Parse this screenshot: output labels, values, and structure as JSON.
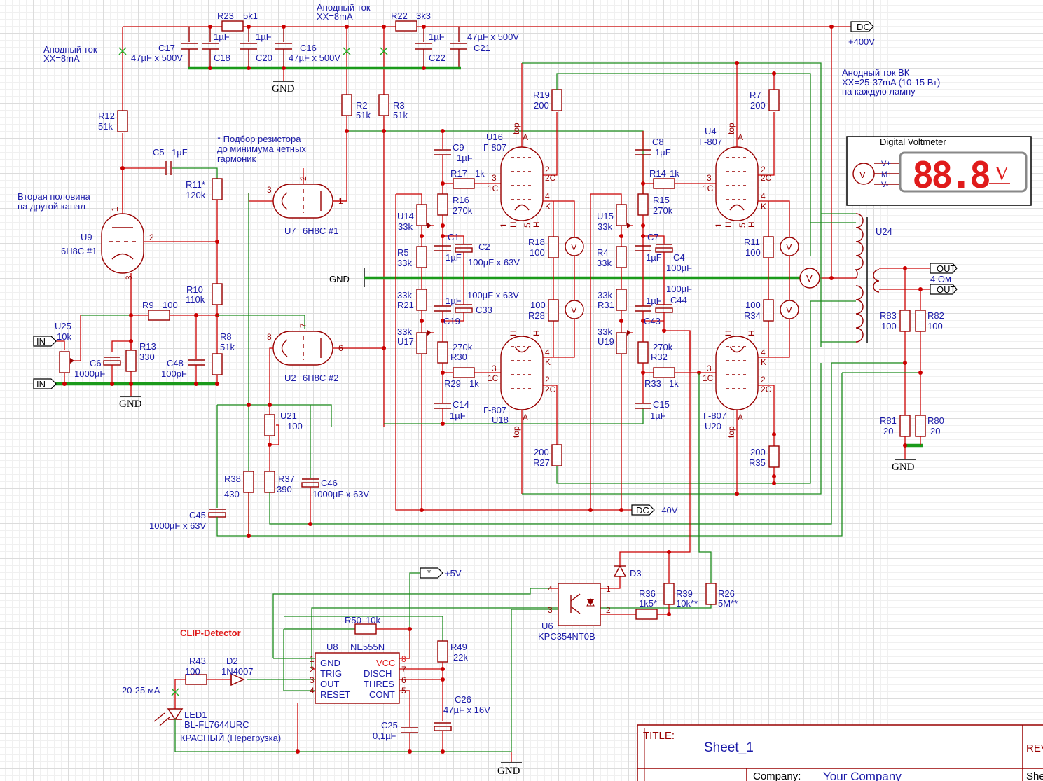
{
  "title_block": {
    "title_label": "TITLE:",
    "title_value": "Sheet_1",
    "rev_label": "REV",
    "company_label": "Company:",
    "company_value": "Your Company",
    "sheet_label": "She"
  },
  "power": {
    "dc_label": "DC",
    "plus400": "+400V",
    "minus40": "-40V",
    "plus5": "+5V",
    "star": "*",
    "gnd": "GND"
  },
  "notes": {
    "anode_current_1": "Анодный ток",
    "anode_current_1b": "XX=8mA",
    "anode_current_2": "Анодный ток",
    "anode_current_2b": "XX=8mA",
    "anode_current_vk": "Анодный ток ВК",
    "anode_current_vk2": "XX=25-37mA (10-15 Вт)",
    "anode_current_vk3": "на каждую лампу",
    "resistor_note_1": "* Подбор резистора",
    "resistor_note_2": "до минимума четных",
    "resistor_note_3": "гармоник",
    "second_half_1": "Вторая половина",
    "second_half_2": "на другой канал",
    "clip_detector": "CLIP-Detector",
    "led_current": "20-25 мА",
    "led_color": "КРАСНЫЙ (Перегрузка)"
  },
  "voltmeter": {
    "title": "Digital Voltmeter",
    "digits": "88.8",
    "unit": "V",
    "pin_vplus": "V+",
    "pin_m": "M+",
    "pin_vminus": "V-",
    "symbol": "V"
  },
  "io": {
    "in1": "IN",
    "in2": "IN",
    "out1": "OUT",
    "out2": "OUT",
    "load": "4 Ом"
  },
  "components": {
    "R23": "R23",
    "R23v": "5k1",
    "R22": "R22",
    "R22v": "3k3",
    "C17": "C17",
    "C17v": "47µF x 500V",
    "C18": "C18",
    "C18v": "1µF",
    "C20": "C20",
    "C20v": "1µF",
    "C16": "C16",
    "C16v": "47µF x 500V",
    "C22": "C22",
    "C22v": "1µF",
    "C21": "C21",
    "C21v": "47µF x 500V",
    "R12": "R12",
    "R12v": "51k",
    "C5": "C5",
    "C5v": "1µF",
    "R11": "R11*",
    "R11v": "120k",
    "R2": "R2",
    "R2v": "51k",
    "R3": "R3",
    "R3v": "51k",
    "U9": "U9",
    "U9v": "6Н8С #1",
    "U7": "U7",
    "U7v": "6Н8С #1",
    "U2": "U2",
    "U2v": "6Н8С #2",
    "R10": "R10",
    "R10v": "110k",
    "R9": "R9",
    "R9v": "100",
    "R8": "R8",
    "R8v": "51k",
    "R13": "R13",
    "R13v": "330",
    "C6": "C6",
    "C6v": "1000µF",
    "C48": "C48",
    "C48v": "100pF",
    "U25": "U25",
    "U25v": "10k",
    "U21": "U21",
    "U21v": "100",
    "R38": "R38",
    "R38v": "430",
    "R37": "R37",
    "R37v": "390",
    "C46": "C46",
    "C46v": "1000µF x 63V",
    "C45": "C45",
    "C45v": "1000µF x 63V",
    "C9": "C9",
    "C9v": "1µF",
    "R17": "R17",
    "R17v": "1k",
    "R16": "R16",
    "R16v": "270k",
    "U14": "U14",
    "U14v": "33k",
    "R5": "R5",
    "R5v": "33k",
    "C1": "C1",
    "C1v": "1µF",
    "C2": "C2",
    "C2v": "100µF x 63V",
    "C33": "C33",
    "C33v": "100µF x 63V",
    "C19": "C19",
    "C19v": "1µF",
    "R21": "R21",
    "R21v": "33k",
    "U17": "U17",
    "U17v": "33k",
    "R30": "R30",
    "R30v": "270k",
    "R29": "R29",
    "R29v": "1k",
    "C14": "C14",
    "C14v": "1µF",
    "U16": "U16",
    "U16v": "Г-807",
    "U18": "U18",
    "U18v": "Г-807",
    "R19": "R19",
    "R19v": "200",
    "R18": "R18",
    "R18v": "100",
    "R28": "R28",
    "R28v": "100",
    "R27": "R27",
    "R27v": "200",
    "C8": "C8",
    "C8v": "1µF",
    "R14": "R14",
    "R14v": "1k",
    "R15": "R15",
    "R15v": "270k",
    "U15": "U15",
    "U15v": "33k",
    "R4": "R4",
    "R4v": "33k",
    "C7": "C7",
    "C7v": "1µF",
    "C4": "C4",
    "C4v": "100µF",
    "C44": "C44",
    "C44v": "100µF",
    "C43": "C43",
    "C43v": "1µF",
    "R31": "R31",
    "R31v": "33k",
    "U19": "U19",
    "U19v": "33k",
    "R32": "R32",
    "R32v": "270k",
    "R33": "R33",
    "R33v": "1k",
    "C15": "C15",
    "C15v": "1µF",
    "U4": "U4",
    "U4v": "Г-807",
    "U20": "U20",
    "U20v": "Г-807",
    "R7": "R7",
    "R7v": "200",
    "R11b": "R11",
    "R11bv": "100",
    "R34": "R34",
    "R34v": "100",
    "R35": "R35",
    "R35v": "200",
    "U24": "U24",
    "R83": "R83",
    "R83v": "100",
    "R82": "R82",
    "R82v": "100",
    "R81": "R81",
    "R81v": "20",
    "R80": "R80",
    "R80v": "20",
    "D3": "D3",
    "R36": "R36",
    "R36v": "1k5*",
    "R39": "R39",
    "R39v": "10k**",
    "R26": "R26",
    "R26v": "5M**",
    "U6": "U6",
    "U6v": "KPC354NT0B",
    "R50": "R50",
    "R50v": "10k",
    "U8": "U8",
    "U8v": "NE555N",
    "R49": "R49",
    "R49v": "22k",
    "C26": "C26",
    "C26v": "47µF x 16V",
    "C25": "C25",
    "C25v": "0,1µF",
    "R43": "R43",
    "R43v": "100",
    "D2": "D2",
    "D2v": "1N4007",
    "LED1": "LED1",
    "LED1v": "BL-FL7644URC"
  },
  "ne555_pins": {
    "gnd": "GND",
    "trig": "TRIG",
    "out": "OUT",
    "reset": "RESET",
    "vcc": "VCC",
    "disch": "DISCH",
    "thres": "THRES",
    "cont": "CONT"
  },
  "tube_pins": {
    "top": "top",
    "a": "A",
    "k": "K",
    "c2": "2C",
    "c1": "1C",
    "h": "H"
  },
  "colors": {
    "wire": "#cc0000",
    "net": "#1a8a1a",
    "part": "#990000",
    "label": "#1a1aa8"
  }
}
